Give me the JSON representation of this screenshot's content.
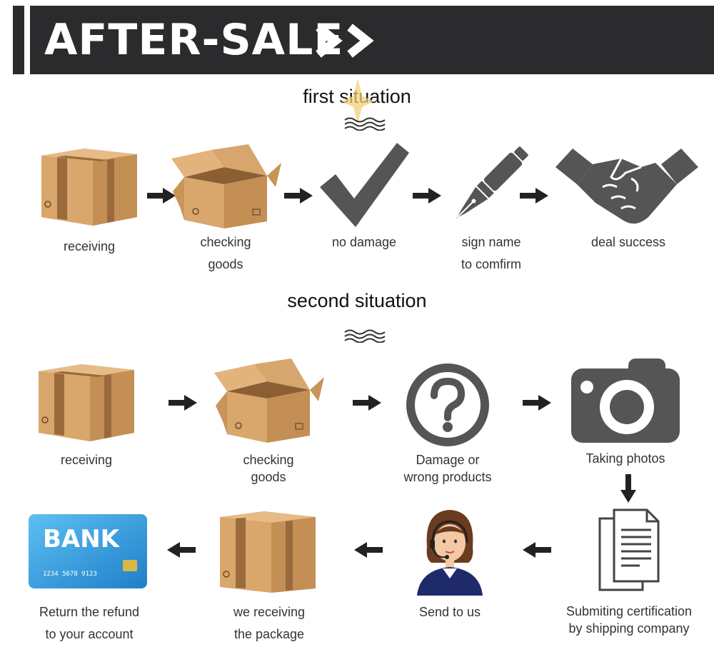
{
  "banner": {
    "title": "AFTER-SALE",
    "chevrons_icon": "double-chevron-right-icon"
  },
  "first": {
    "heading": "first situation",
    "steps": [
      {
        "label_line1": "receiving",
        "icon": "closed-box-icon"
      },
      {
        "label_line1": "checking",
        "label_line2": "goods",
        "icon": "open-box-icon"
      },
      {
        "label_line1": "no damage",
        "icon": "checkmark-icon"
      },
      {
        "label_line1": "sign name",
        "label_line2": "to comfirm",
        "icon": "fountain-pen-icon"
      },
      {
        "label_line1": "deal success",
        "icon": "handshake-icon"
      }
    ]
  },
  "second": {
    "heading": "second situation",
    "row1": [
      {
        "label_line1": "receiving",
        "icon": "closed-box-icon"
      },
      {
        "label_line1": "checking",
        "label_line2": "goods",
        "icon": "open-box-icon"
      },
      {
        "label_line1": "Damage or",
        "label_line2": "wrong products",
        "icon": "question-circle-icon"
      },
      {
        "label_line1": "Taking photos",
        "icon": "camera-icon"
      }
    ],
    "row2": [
      {
        "label_line1": "Return the refund",
        "label_line2": "to your account",
        "icon": "bank-card-icon",
        "card_text": "BANK",
        "card_number": "1234 5678 9123"
      },
      {
        "label_line1": "we receiving",
        "label_line2": "the package",
        "icon": "closed-box-icon"
      },
      {
        "label_line1": "Send to us",
        "icon": "customer-service-agent-icon"
      },
      {
        "label_line1": "Submiting certification",
        "label_line2": "by shipping company",
        "icon": "documents-icon"
      }
    ]
  },
  "colors": {
    "banner": "#2b2b2e",
    "icon_gray": "#555555",
    "box_tan": "#d9a66c",
    "box_tape": "#9a6a3c",
    "card_blue": "#3aa0e0"
  }
}
